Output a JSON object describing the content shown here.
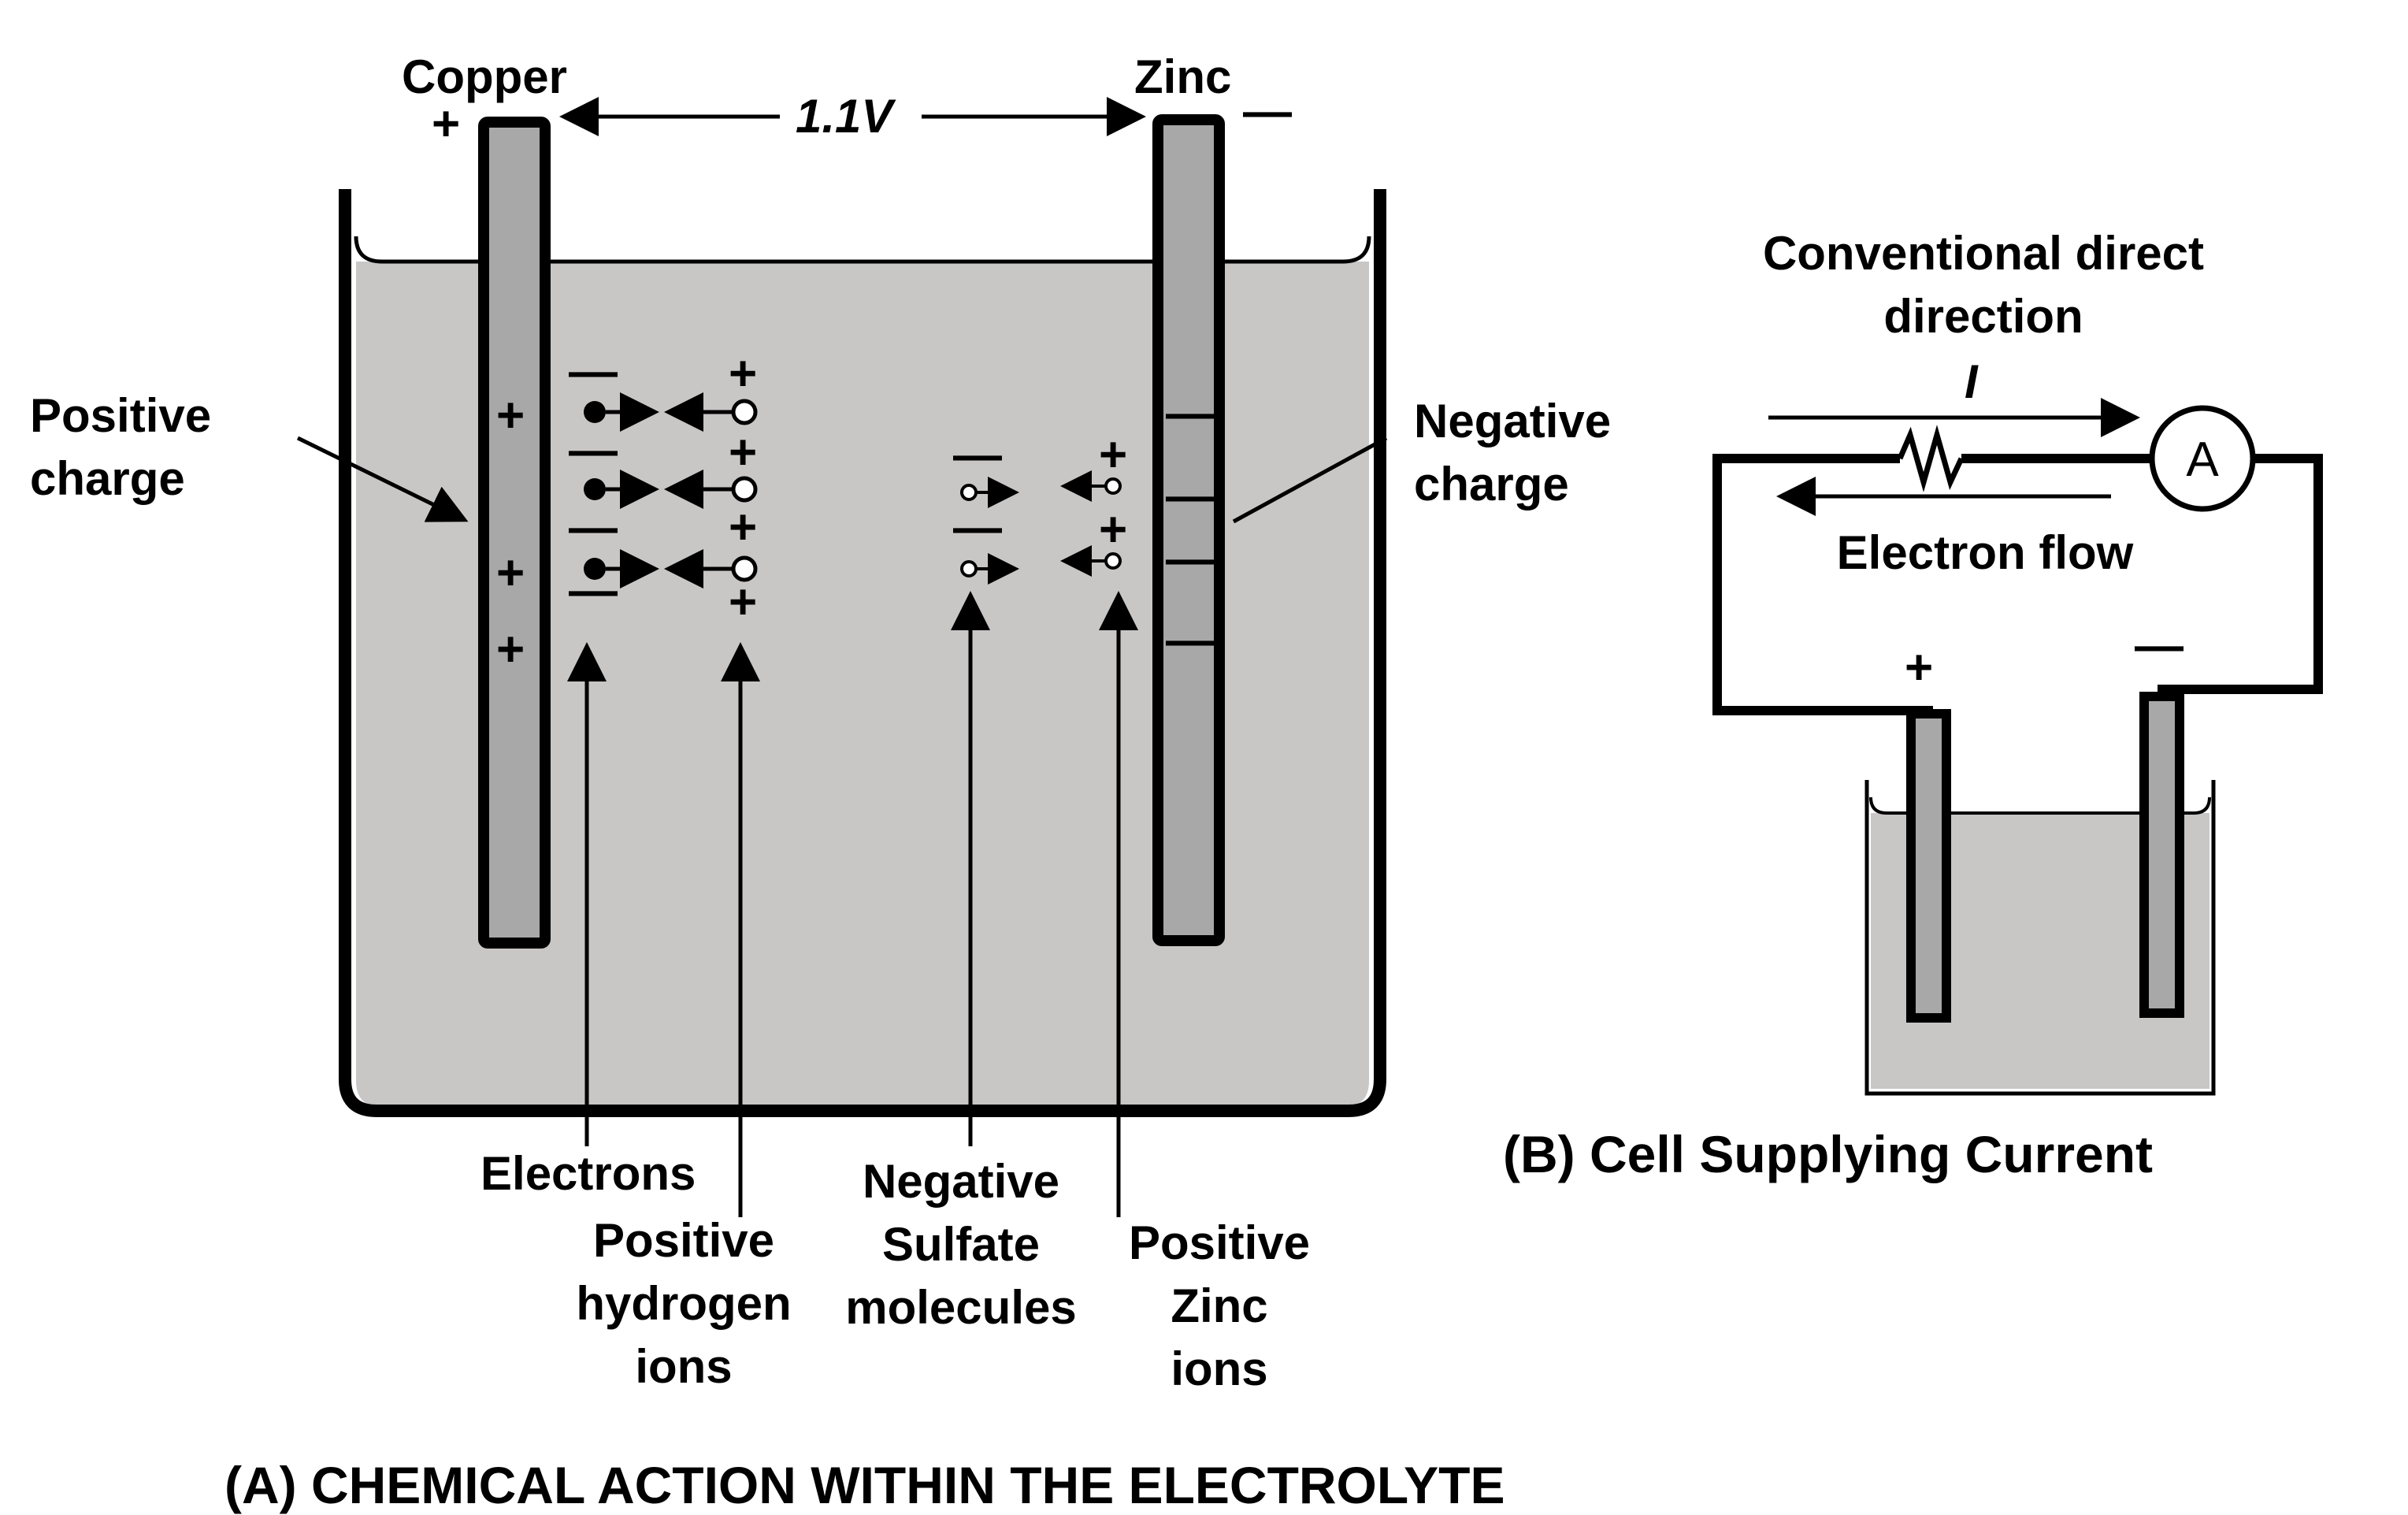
{
  "panel_a": {
    "copper_label": "Copper",
    "zinc_label": "Zinc",
    "voltage": "1.1V",
    "copper_terminal_sign": "+",
    "zinc_terminal_sign": "—",
    "positive_charge": [
      "Positive",
      "charge"
    ],
    "negative_charge": [
      "Negative",
      "charge"
    ],
    "electrons_label": "Electrons",
    "hydrogen_ions_label": [
      "Positive",
      "hydrogen",
      "ions"
    ],
    "sulfate_label": [
      "Negative",
      "Sulfate",
      "molecules"
    ],
    "zinc_ions_label": [
      "Positive",
      "Zinc",
      "ions"
    ],
    "plus_sign": "+",
    "minus_sign": "—",
    "caption": "(A) CHEMICAL ACTION WITHIN THE ELECTROLYTE"
  },
  "panel_b": {
    "conventional_label": [
      "Conventional direct",
      "direction"
    ],
    "current_symbol": "I",
    "ammeter_symbol": "A",
    "electron_flow_label": "Electron flow",
    "positive_terminal": "+",
    "negative_terminal": "—",
    "caption": "(B) Cell Supplying Current"
  },
  "colors": {
    "electrolyte": "#c9c6c6",
    "electrode": "#a8a8a8",
    "ink": "#000000"
  }
}
